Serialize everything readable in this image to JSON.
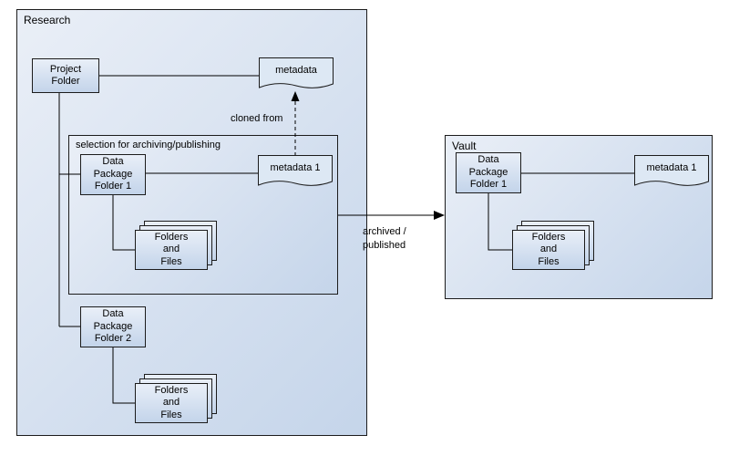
{
  "diagram": {
    "research": {
      "label": "Research",
      "project_folder": "Project\nFolder",
      "metadata_doc": "metadata",
      "cloned_from_label": "cloned from",
      "selection": {
        "label": "selection for archiving/publishing",
        "data_package_folder_1": "Data\nPackage\nFolder 1",
        "metadata_1_doc": "metadata 1",
        "folders_and_files": "Folders\nand\nFiles"
      },
      "data_package_folder_2": "Data\nPackage\nFolder 2",
      "folders_and_files_2": "Folders\nand\nFiles"
    },
    "transfer_arrow_label": "archived /\npublished",
    "vault": {
      "label": "Vault",
      "data_package_folder_1": "Data\nPackage\nFolder 1",
      "metadata_1_doc": "metadata 1",
      "folders_and_files": "Folders\nand\nFiles"
    },
    "colors": {
      "shape_border": "#1c1c1c",
      "shape_fill_light": "#e9eff8",
      "shape_fill_dark": "#c3d4ea",
      "document_fill": "#dde8f4",
      "edge_color": "#000000",
      "background": "#ffffff"
    }
  }
}
